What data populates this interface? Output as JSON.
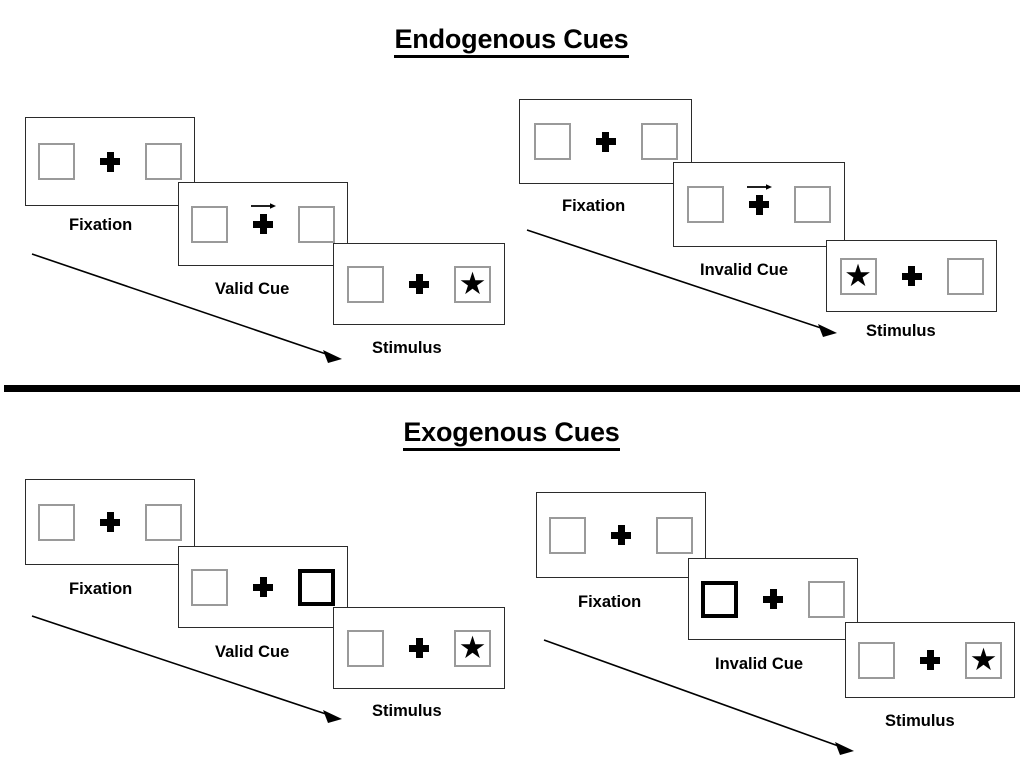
{
  "figure": {
    "sections": [
      {
        "id": "endogenous",
        "title": "Endogenous Cues",
        "sequences": [
          {
            "id": "endogenous-valid",
            "frames": [
              {
                "caption": "Fixation",
                "left_box": "empty",
                "right_box": "empty",
                "arrow_cue": "none",
                "plus": "plus-icon"
              },
              {
                "caption": "Valid Cue",
                "left_box": "empty",
                "right_box": "empty",
                "arrow_cue": "right",
                "plus": "plus-icon"
              },
              {
                "caption": "Stimulus",
                "left_box": "empty",
                "right_box": "star",
                "arrow_cue": "none",
                "plus": "plus-icon"
              }
            ]
          },
          {
            "id": "endogenous-invalid",
            "frames": [
              {
                "caption": "Fixation",
                "left_box": "empty",
                "right_box": "empty",
                "arrow_cue": "none",
                "plus": "plus-icon"
              },
              {
                "caption": "Invalid Cue",
                "left_box": "empty",
                "right_box": "empty",
                "arrow_cue": "right",
                "plus": "plus-icon"
              },
              {
                "caption": "Stimulus",
                "left_box": "star",
                "right_box": "empty",
                "arrow_cue": "none",
                "plus": "plus-icon"
              }
            ]
          }
        ]
      },
      {
        "id": "exogenous",
        "title": "Exogenous Cues",
        "sequences": [
          {
            "id": "exogenous-valid",
            "frames": [
              {
                "caption": "Fixation",
                "left_box": "empty",
                "right_box": "empty",
                "arrow_cue": "none",
                "plus": "plus-icon"
              },
              {
                "caption": "Valid Cue",
                "left_box": "empty",
                "right_box": "cued",
                "arrow_cue": "none",
                "plus": "plus-icon"
              },
              {
                "caption": "Stimulus",
                "left_box": "empty",
                "right_box": "star",
                "arrow_cue": "none",
                "plus": "plus-icon"
              }
            ]
          },
          {
            "id": "exogenous-invalid",
            "frames": [
              {
                "caption": "Fixation",
                "left_box": "empty",
                "right_box": "empty",
                "arrow_cue": "none",
                "plus": "plus-icon"
              },
              {
                "caption": "Invalid Cue",
                "left_box": "cued",
                "right_box": "empty",
                "arrow_cue": "none",
                "plus": "plus-icon"
              },
              {
                "caption": "Stimulus",
                "left_box": "empty",
                "right_box": "star",
                "arrow_cue": "none",
                "plus": "plus-icon"
              }
            ]
          }
        ]
      }
    ],
    "glyphs": {
      "star": "★",
      "cue_arrow": "right-arrow-icon",
      "time_arrow": "time-progression-arrow-icon",
      "plus": "fixation-cross-icon"
    },
    "colors": {
      "ink": "#000000",
      "panel_border": "#2b2b2b",
      "box_border": "#9a9a9a",
      "cued_box_border": "#000000",
      "background": "#ffffff"
    }
  }
}
